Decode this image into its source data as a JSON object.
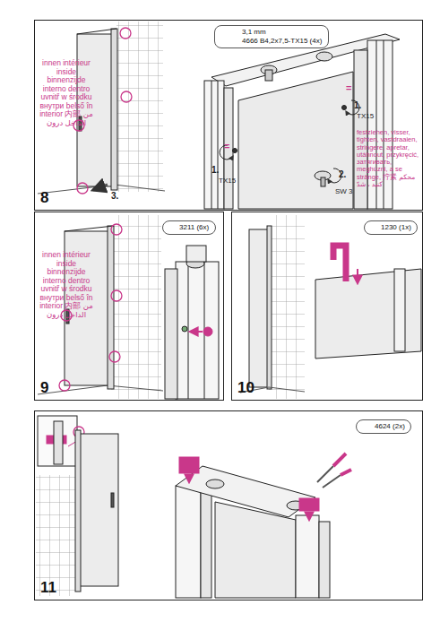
{
  "diagram": {
    "nodes": [
      {
        "text": [
          "8"
        ]
      },
      {
        "text": [
          "3,1 mm",
          "4666 B4,2x7,5-TX15 (4x)"
        ],
        "in": 0
      },
      {
        "text": [
          "9"
        ]
      },
      {
        "text": [
          "3211 (6x)"
        ],
        "in": 2
      },
      {
        "text": [
          "10"
        ]
      },
      {
        "text": [
          "1230 (1x)"
        ],
        "in": 4
      },
      {
        "text": [
          "11"
        ]
      },
      {
        "text": [
          "4624 (2x)"
        ],
        "in": 6
      }
    ],
    "labels": [
      "innen intérieur inside binnenzijde interno dentro uvnitř w środku внутри belső în interior 内部 من الداخل درون",
      "3.",
      "=",
      "1.",
      "TX15",
      "=",
      "1.",
      "TX15",
      "2.",
      "SW 3",
      "festziehen, visser, tighten, vastdraaien, stringere, apretar, utáhnout, przykręcić, затягивать, meghúzni, a se strânge, 拧紧 محکم کنید ، شدّ",
      "innen intérieur inside binnenzijde interno dentro uvnitř w środku внутри belső în interior 内部 من الداخل درون"
    ]
  }
}
